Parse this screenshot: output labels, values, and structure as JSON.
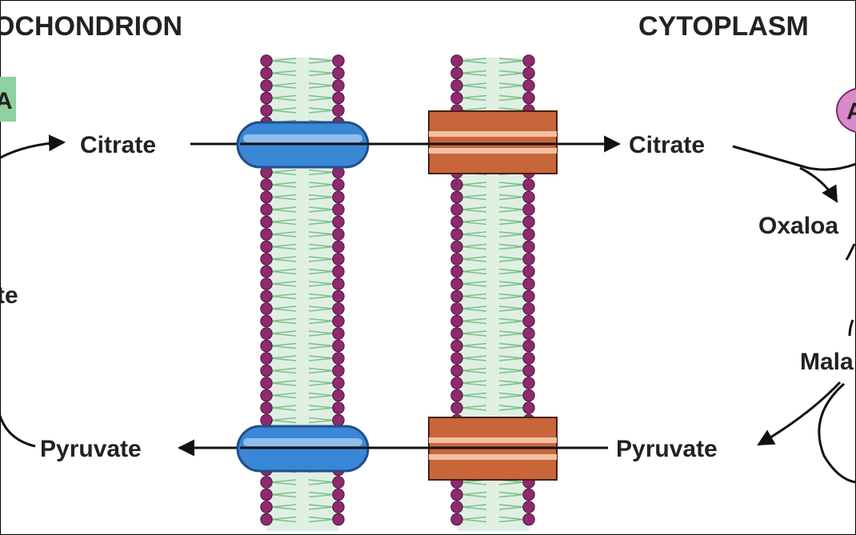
{
  "headers": {
    "left": "OCHONDRION",
    "right": "CYTOPLASM"
  },
  "badges": {
    "left": "A",
    "right": "A"
  },
  "labels": {
    "citrate_left": "Citrate",
    "citrate_right": "Citrate",
    "pyruvate_left": "Pyruvate",
    "pyruvate_right": "Pyruvate",
    "fragment_left": "te",
    "oxaloacetate_partial": "Oxaloa",
    "malate_partial": "Mala"
  },
  "colors": {
    "lipid_head": "#8e2a6f",
    "lipid_tail": "#7cc08a",
    "membrane_fill": "#dff0e2",
    "channel_blue": "#3a87d6",
    "channel_orange": "#c8653b",
    "badge_green": "#8fd1a0",
    "badge_pink": "#d98ac8",
    "arrow": "#111111",
    "text": "#222222"
  },
  "membranes": {
    "count": 2
  },
  "transporters": [
    {
      "membrane": "inner",
      "shape": "capsule",
      "color_ref": "channel_blue",
      "row": "citrate"
    },
    {
      "membrane": "inner",
      "shape": "capsule",
      "color_ref": "channel_blue",
      "row": "pyruvate"
    },
    {
      "membrane": "outer",
      "shape": "box",
      "color_ref": "channel_orange",
      "row": "citrate"
    },
    {
      "membrane": "outer",
      "shape": "box",
      "color_ref": "channel_orange",
      "row": "pyruvate"
    }
  ]
}
